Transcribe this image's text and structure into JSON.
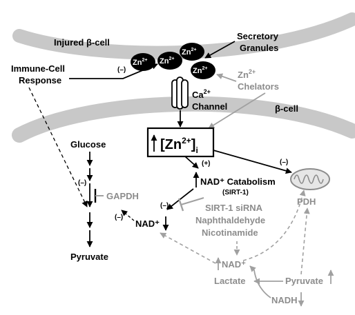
{
  "colors": {
    "membrane": "#c8c8c8",
    "black": "#000000",
    "gray_text": "#8c8c8c",
    "gray_arrow": "#a0a0a0"
  },
  "labels": {
    "injured_cell": "Injured β-cell",
    "beta_cell": "β-cell",
    "secretory_1": "Secretory",
    "secretory_2": "Granules",
    "immune_1": "Immune-Cell",
    "immune_2": "Response",
    "minus": "(–)",
    "plus": "(+)",
    "zn_granule": "Zn",
    "zn_granule_sup": "2+",
    "zn_chel_1": "Zn",
    "zn_chel_1_sup": "2+",
    "zn_chel_2": "Chelators",
    "ca_1": "Ca",
    "ca_1_sup": "2+",
    "ca_2": "Channel",
    "zn_box": "[Zn",
    "zn_box_sup": "2+",
    "zn_box_close": "]",
    "zn_box_sub": "i",
    "glucose": "Glucose",
    "gapdh": "GAPDH",
    "pyruvate_left": "Pyruvate",
    "nad_catabolism": "NAD⁺ Catabolism",
    "sirt1": "(SIRT-1)",
    "sirt_sirna": "SIRT-1 siRNA",
    "naphthaldehyde": "Naphthaldehyde",
    "nicotinamide": "Nicotinamide",
    "nad_left": "NAD⁺",
    "nad_bottom": "NAD⁺",
    "pdh": "PDH",
    "lactate": "Lactate",
    "pyruvate_right": "Pyruvate",
    "nadh": "NADH"
  }
}
